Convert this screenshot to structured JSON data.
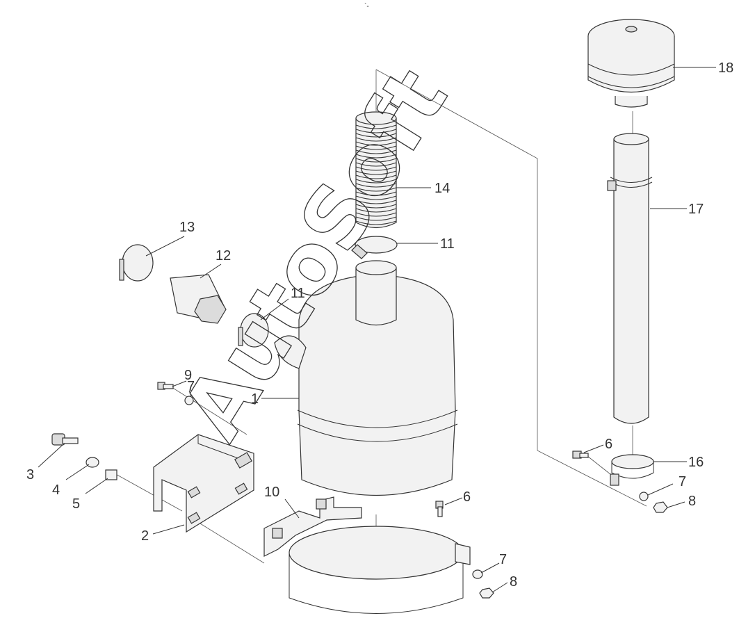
{
  "colors": {
    "line": "#333333",
    "fill": "#f2f2f2",
    "shade": "#dcdcdc",
    "background": "#ffffff"
  },
  "top_mark": "`-",
  "watermark": "AutoSoft",
  "callouts": [
    {
      "id": "1",
      "text": "1"
    },
    {
      "id": "2",
      "text": "2"
    },
    {
      "id": "3",
      "text": "3"
    },
    {
      "id": "4",
      "text": "4"
    },
    {
      "id": "5",
      "text": "5"
    },
    {
      "id": "6a",
      "text": "6"
    },
    {
      "id": "6b",
      "text": "6"
    },
    {
      "id": "7a",
      "text": "7"
    },
    {
      "id": "7b",
      "text": "7"
    },
    {
      "id": "7c",
      "text": "7"
    },
    {
      "id": "8a",
      "text": "8"
    },
    {
      "id": "8b",
      "text": "8"
    },
    {
      "id": "9",
      "text": "9"
    },
    {
      "id": "10",
      "text": "10"
    },
    {
      "id": "11a",
      "text": "11"
    },
    {
      "id": "11b",
      "text": "11"
    },
    {
      "id": "12",
      "text": "12"
    },
    {
      "id": "13",
      "text": "13"
    },
    {
      "id": "14",
      "text": "14"
    },
    {
      "id": "16",
      "text": "16"
    },
    {
      "id": "17",
      "text": "17"
    },
    {
      "id": "18",
      "text": "18"
    }
  ]
}
